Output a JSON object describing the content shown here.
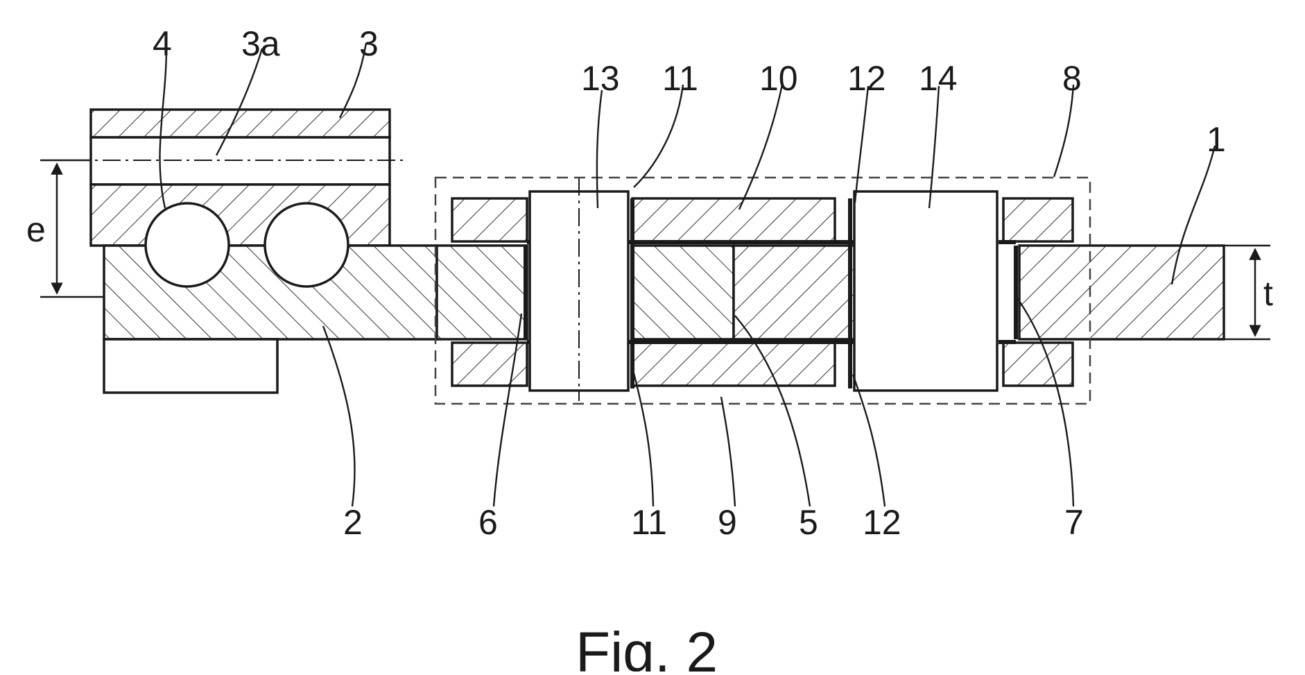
{
  "figure": {
    "caption": "Fig. 2",
    "labels": {
      "l4": "4",
      "l3a": "3a",
      "l3": "3",
      "l13": "13",
      "l11_top": "11",
      "l10": "10",
      "l12_top": "12",
      "l14": "14",
      "l8": "8",
      "l1": "1",
      "le": "e",
      "lt": "t",
      "l2": "2",
      "l6": "6",
      "l11_bottom": "11",
      "l9": "9",
      "l5": "5",
      "l12_bottom": "12",
      "l7": "7"
    }
  },
  "colors": {
    "ink": "#1a1a1a",
    "paper": "#ffffff"
  }
}
